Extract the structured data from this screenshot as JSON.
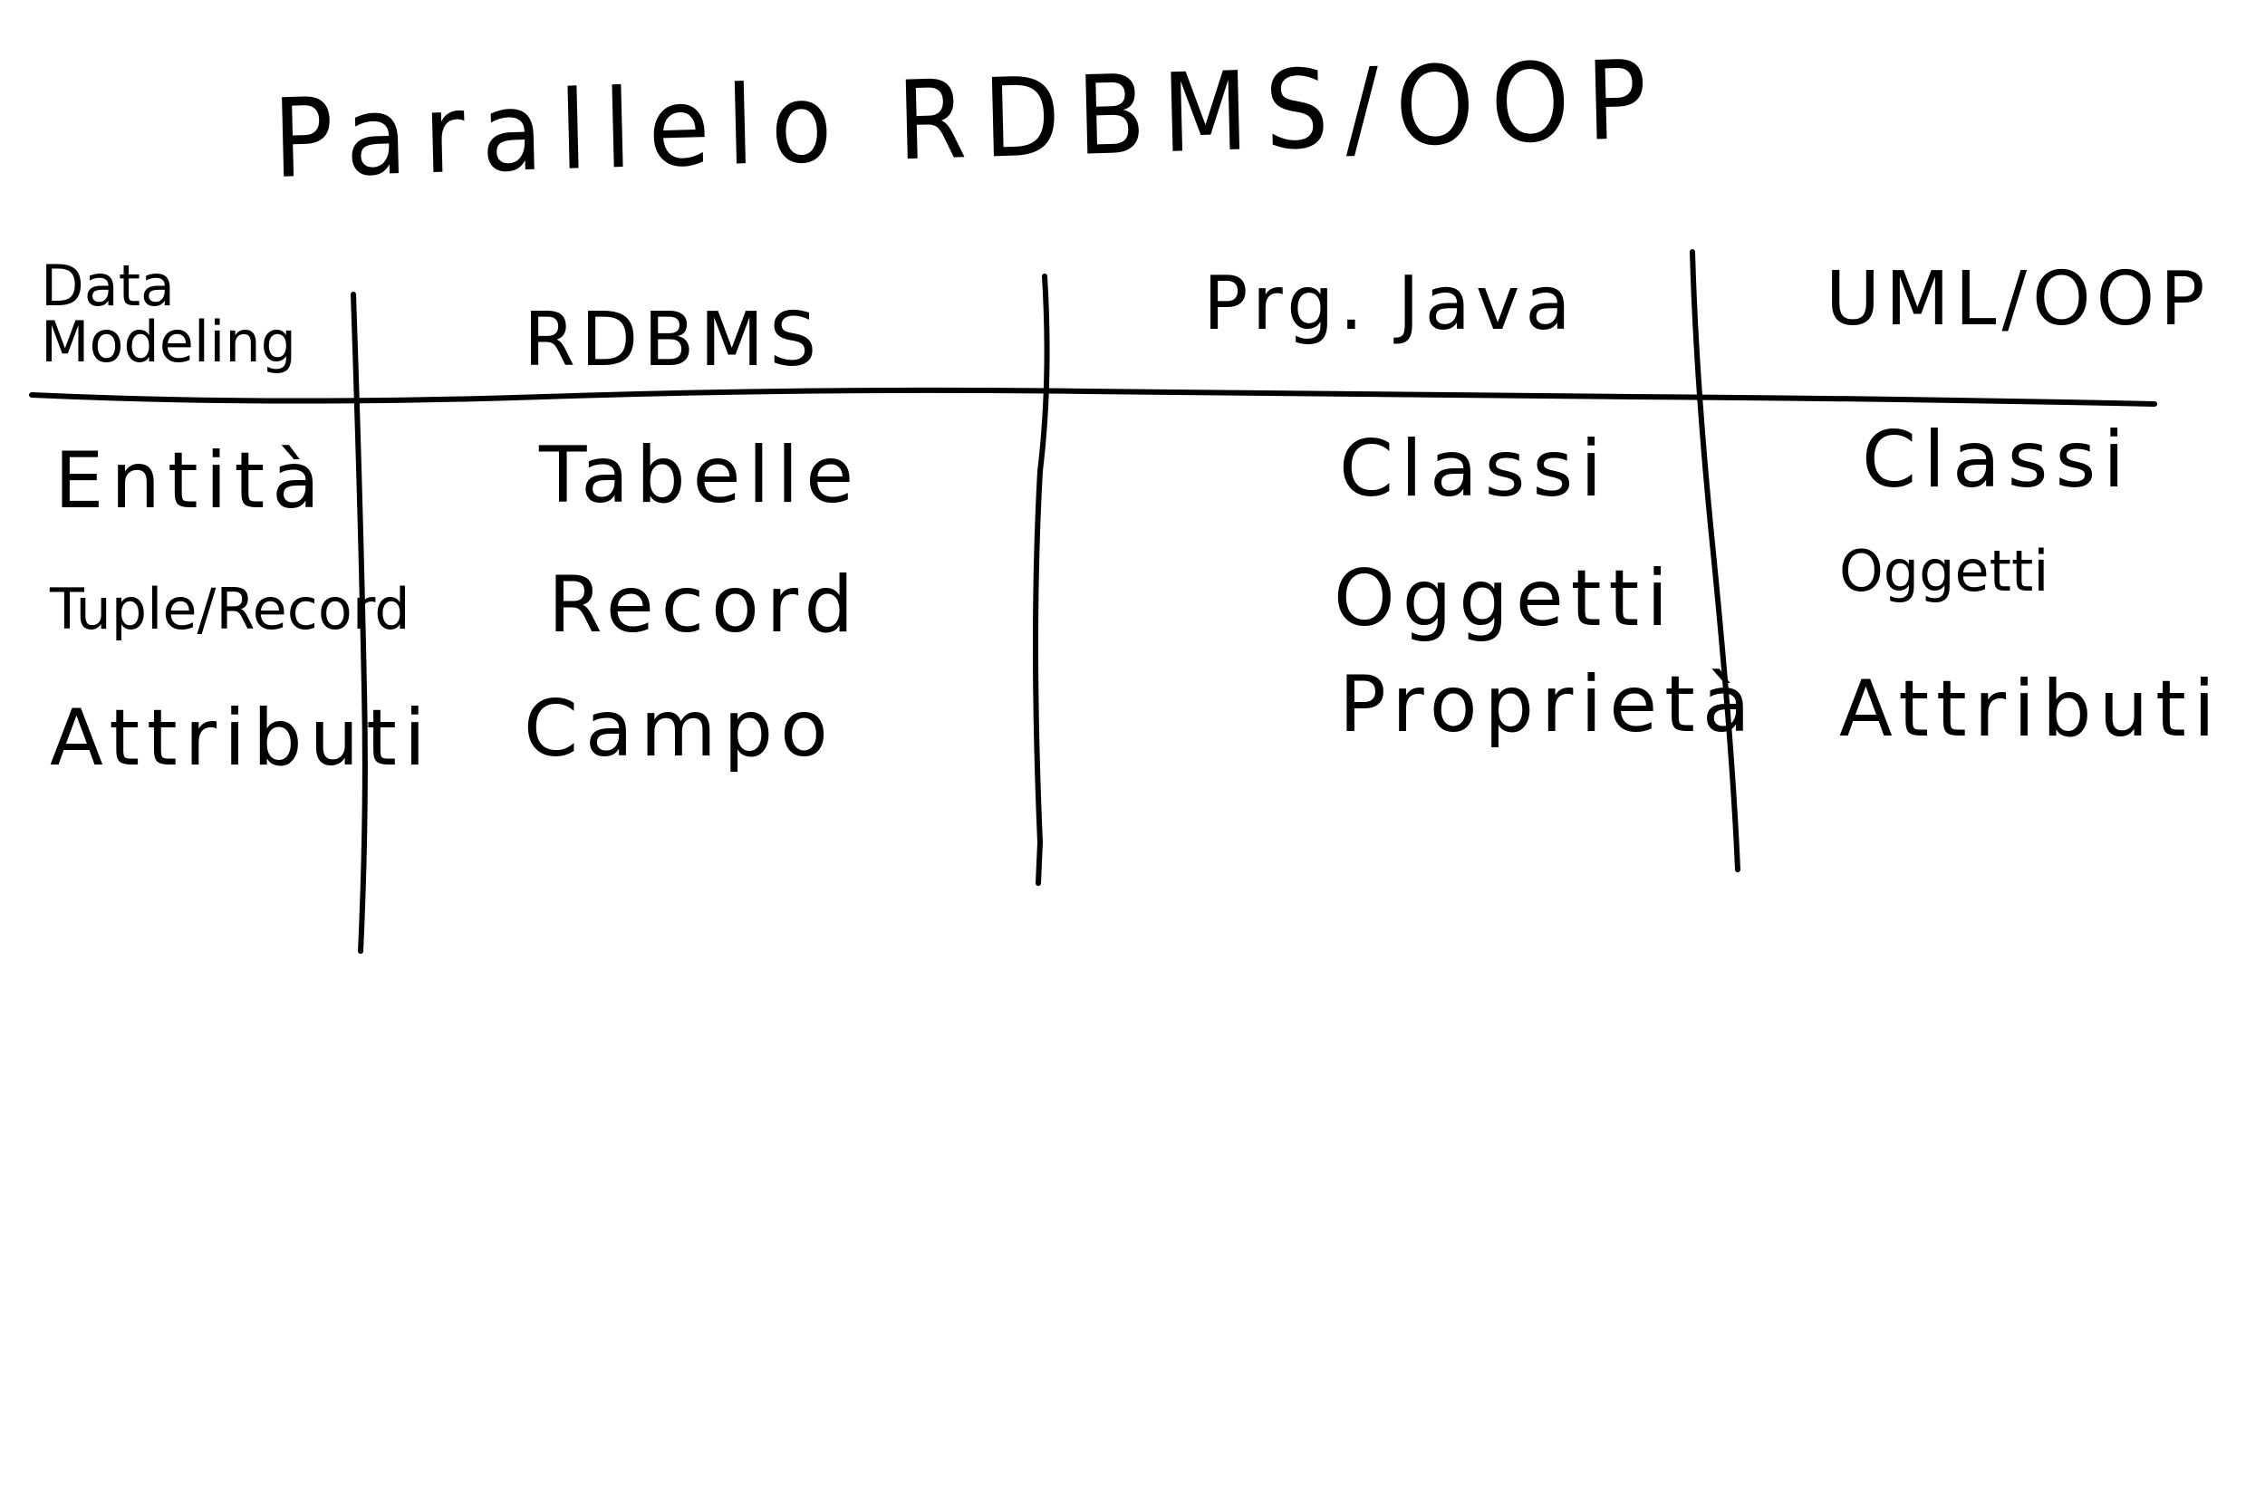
{
  "title": "Parallelo RDBMS/OOP",
  "table": {
    "headers": {
      "data_modeling": "Data\nModeling",
      "rdbms": "RDBMS",
      "java": "Prg. Java",
      "uml": "UML/OOP"
    },
    "rows": [
      {
        "data_modeling": "Entità",
        "rdbms": "Tabelle",
        "java": "Classi",
        "uml": "Classi"
      },
      {
        "data_modeling": "Tuple/Record",
        "rdbms": "Record",
        "java": "Oggetti",
        "uml": "Oggetti"
      },
      {
        "data_modeling": "Attributi",
        "rdbms": "Campo",
        "java": "Proprietà",
        "uml": "Attributi"
      }
    ]
  }
}
